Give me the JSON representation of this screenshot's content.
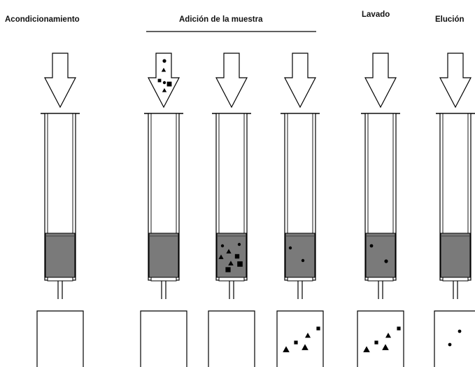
{
  "steps": {
    "conditioning": "Acondicionamiento",
    "sample_addition": "Adición de la muestra",
    "washing": "Lavado",
    "elution": "Elución"
  },
  "colors": {
    "sorbent": "#7a7a7a",
    "outline": "#000000",
    "particle": "#000000"
  },
  "icons": {
    "arrow": "down-arrow-icon",
    "column": "spe-cartridge-icon",
    "vial": "collection-vial-icon",
    "analyte": "circle-dot-icon",
    "matrix_triangle": "triangle-icon",
    "matrix_square": "square-icon"
  }
}
